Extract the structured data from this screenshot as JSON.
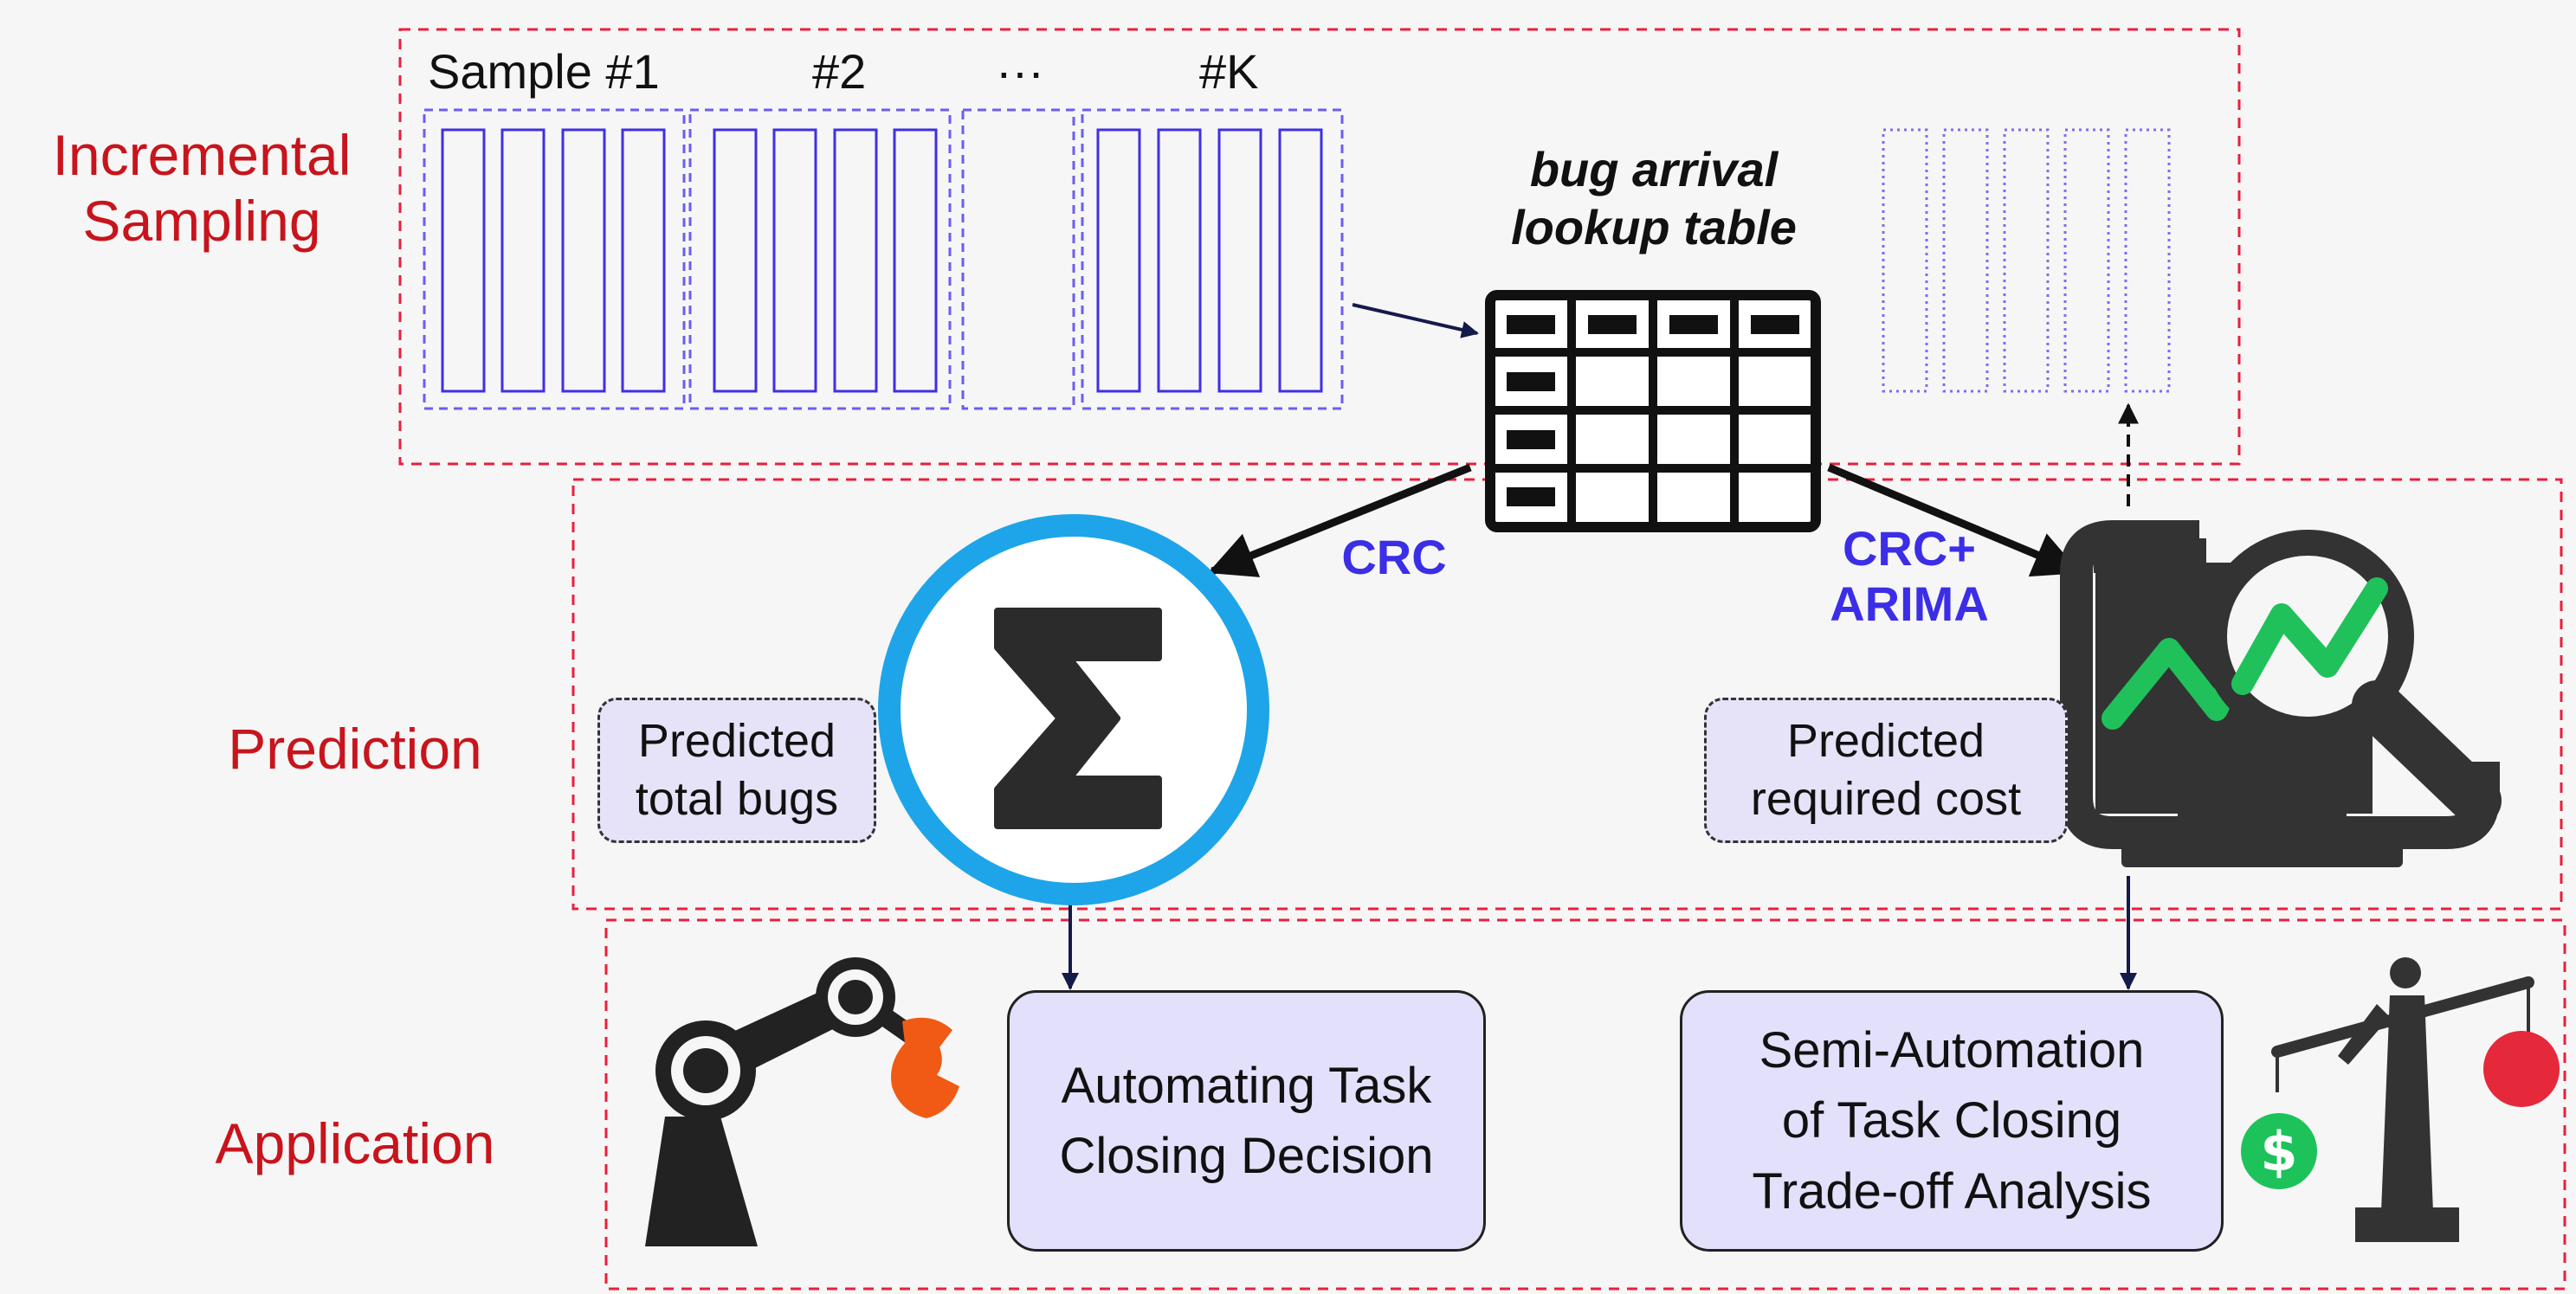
{
  "stages": {
    "sampling": "Incremental\nSampling",
    "prediction": "Prediction",
    "application": "Application"
  },
  "samples": {
    "first": "Sample #1",
    "second": "#2",
    "ellipsis": "···",
    "last": "#K"
  },
  "lookup_table": {
    "title": "bug arrival\nlookup  table"
  },
  "methods": {
    "left": "CRC",
    "right": "CRC+\nARIMA"
  },
  "predictions": {
    "bugs": "Predicted\ntotal bugs",
    "cost": "Predicted\nrequired cost"
  },
  "applications": {
    "automating": "Automating Task\nClosing Decision",
    "semi": "Semi-Automation\nof Task Closing\nTrade-off Analysis"
  },
  "icons": {
    "sum": "sigma-icon",
    "monitor": "monitor-magnifier-icon",
    "robot": "robot-arm-icon",
    "scale": "balance-scale-icon",
    "dollar": "dollar-coin-icon"
  },
  "colors": {
    "region_border": "#e8203c",
    "stage_label": "#c8141c",
    "sample_border": "#6b5ef0",
    "method_text": "#3b2ee6",
    "sigma_ring": "#1ea5e9",
    "trend_line": "#20c15a",
    "robot_tool": "#f05a14",
    "dollar_coin": "#1dc35a",
    "scale_weight": "#e5283a"
  }
}
